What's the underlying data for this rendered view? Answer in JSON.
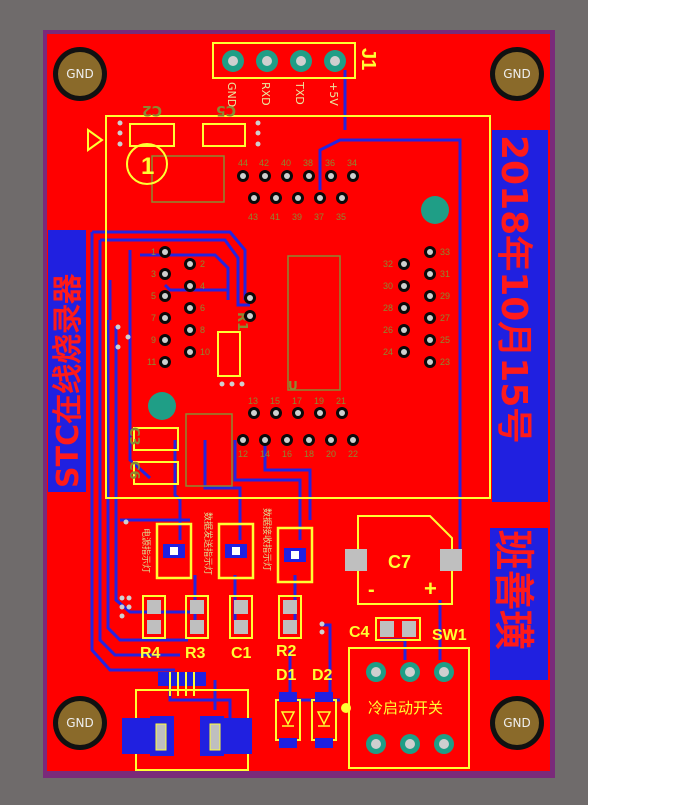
{
  "colors": {
    "board": "#ff0000",
    "silk": "#ffff33",
    "copper_pad": "#bfbfbf",
    "via": "#1f9e86",
    "trace": "#2424e0",
    "text_band": "#2020e0"
  },
  "mount_holes": [
    "GND",
    "GND",
    "GND",
    "GND"
  ],
  "header": {
    "ref": "J1",
    "pins": [
      "GND",
      "RXD",
      "TXD",
      "+5V"
    ]
  },
  "ic_top_labels": [
    "44",
    "42",
    "40",
    "38",
    "36",
    "34",
    "43",
    "41",
    "39",
    "37",
    "35"
  ],
  "left_col_labels": [
    "1",
    "3",
    "5",
    "7",
    "9",
    "11",
    "2",
    "4",
    "6",
    "8",
    "10"
  ],
  "right_col_labels": [
    "32",
    "30",
    "28",
    "26",
    "24",
    "33",
    "31",
    "29",
    "27",
    "25",
    "23"
  ],
  "bottom_row_labels": [
    "13",
    "15",
    "17",
    "19",
    "21",
    "12",
    "14",
    "16",
    "18",
    "20",
    "22"
  ],
  "silk_labels": {
    "c2": "C2",
    "c5": "C5",
    "c3": "C3",
    "c6": "C6",
    "r1": "R1",
    "u": "U",
    "circle_mark": "1",
    "c7": "C7",
    "c7_minus": "-",
    "c7_plus": "+",
    "c4": "C4",
    "sw1": "SW1",
    "r4": "R4",
    "r3": "R3",
    "c1": "C1",
    "r2": "R2",
    "d1": "D1",
    "d2": "D2",
    "switch_text": "冷启动开关",
    "led1": "电源指示灯",
    "led2": "数据发送指示灯",
    "led3": "数据接收指示灯"
  },
  "banners": {
    "left": "STC在线烧录器",
    "right": "2018年10月15号",
    "right_bottom": "班善璜"
  }
}
